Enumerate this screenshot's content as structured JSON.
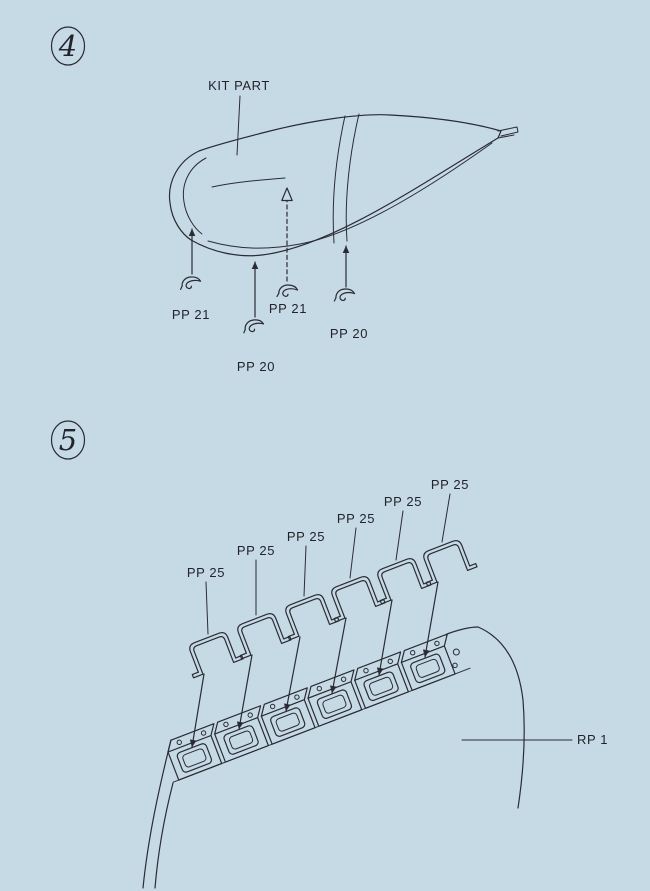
{
  "page": {
    "background": "#c6dae6",
    "ink": "#2b2b33"
  },
  "step4": {
    "badge": "4",
    "kit_part_label": "KIT PART",
    "part_labels": [
      {
        "text": "PP 21"
      },
      {
        "text": "PP 21"
      },
      {
        "text": "PP 20"
      },
      {
        "text": "PP 20"
      }
    ]
  },
  "step5": {
    "badge": "5",
    "part_labels": [
      {
        "text": "PP 25"
      },
      {
        "text": "PP 25"
      },
      {
        "text": "PP 25"
      },
      {
        "text": "PP 25"
      },
      {
        "text": "PP 25"
      },
      {
        "text": "PP 25"
      }
    ],
    "panel_label": "RP 1"
  }
}
